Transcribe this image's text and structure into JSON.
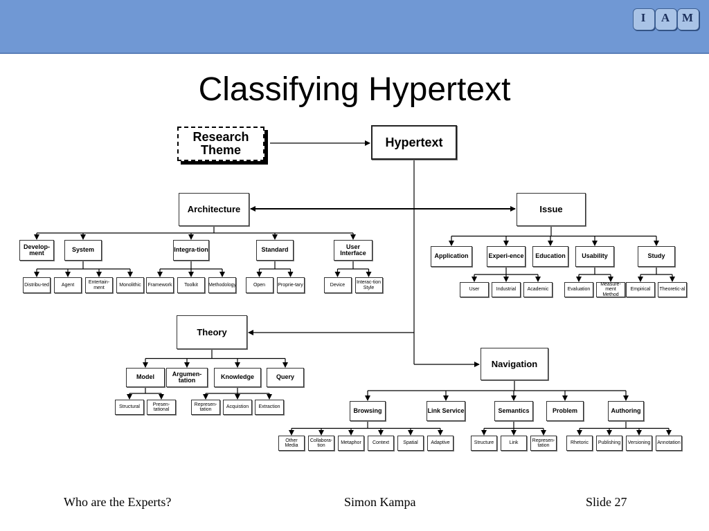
{
  "logo": {
    "letters": [
      "I",
      "A",
      "M"
    ]
  },
  "title": "Classifying Hypertext",
  "diagram": {
    "research_theme": "Research Theme",
    "hypertext": "Hypertext",
    "architecture": {
      "label": "Architecture",
      "children": [
        {
          "label": "Develop-ment",
          "children": []
        },
        {
          "label": "System",
          "children": [
            "Distribu-ted",
            "Agent",
            "Entertain-ment",
            "Monolithic"
          ]
        },
        {
          "label": "Integra-tion",
          "children": [
            "Framework",
            "Toolkit",
            "Methodology"
          ]
        },
        {
          "label": "Standard",
          "children": [
            "Open",
            "Proprie-tary"
          ]
        },
        {
          "label": "User Interface",
          "children": [
            "Device",
            "Interac-tion Style"
          ]
        }
      ]
    },
    "issue": {
      "label": "Issue",
      "children": [
        {
          "label": "Application",
          "children": []
        },
        {
          "label": "Experi-ence",
          "children": [
            "User",
            "Industrial",
            "Academic"
          ]
        },
        {
          "label": "Education",
          "children": []
        },
        {
          "label": "Usability",
          "children": [
            "Evaluation",
            "Measure-ment Method"
          ]
        },
        {
          "label": "Study",
          "children": [
            "Empirical",
            "Theoretic-al"
          ]
        }
      ]
    },
    "theory": {
      "label": "Theory",
      "children": [
        {
          "label": "Model",
          "children": [
            "Structural",
            "Presen-tational"
          ]
        },
        {
          "label": "Argumen-tation",
          "children": []
        },
        {
          "label": "Knowledge",
          "children": [
            "Represen-tation",
            "Acquistion",
            "Extraction"
          ]
        },
        {
          "label": "Query",
          "children": []
        }
      ]
    },
    "navigation": {
      "label": "Navigation",
      "children": [
        {
          "label": "Browsing",
          "children": [
            "Other Media",
            "Collabora-tion",
            "Metaphor",
            "Context",
            "Spatial",
            "Adaptive"
          ]
        },
        {
          "label": "Link Service",
          "children": []
        },
        {
          "label": "Semantics",
          "children": [
            "Structure",
            "Link",
            "Represen-tation"
          ]
        },
        {
          "label": "Problem",
          "children": []
        },
        {
          "label": "Authoring",
          "children": [
            "Rhetoric",
            "Publishing",
            "Versioning",
            "Annotation"
          ]
        }
      ]
    }
  },
  "footer": {
    "left": "Who are the Experts?",
    "center": "Simon Kampa",
    "right": "Slide 27"
  }
}
